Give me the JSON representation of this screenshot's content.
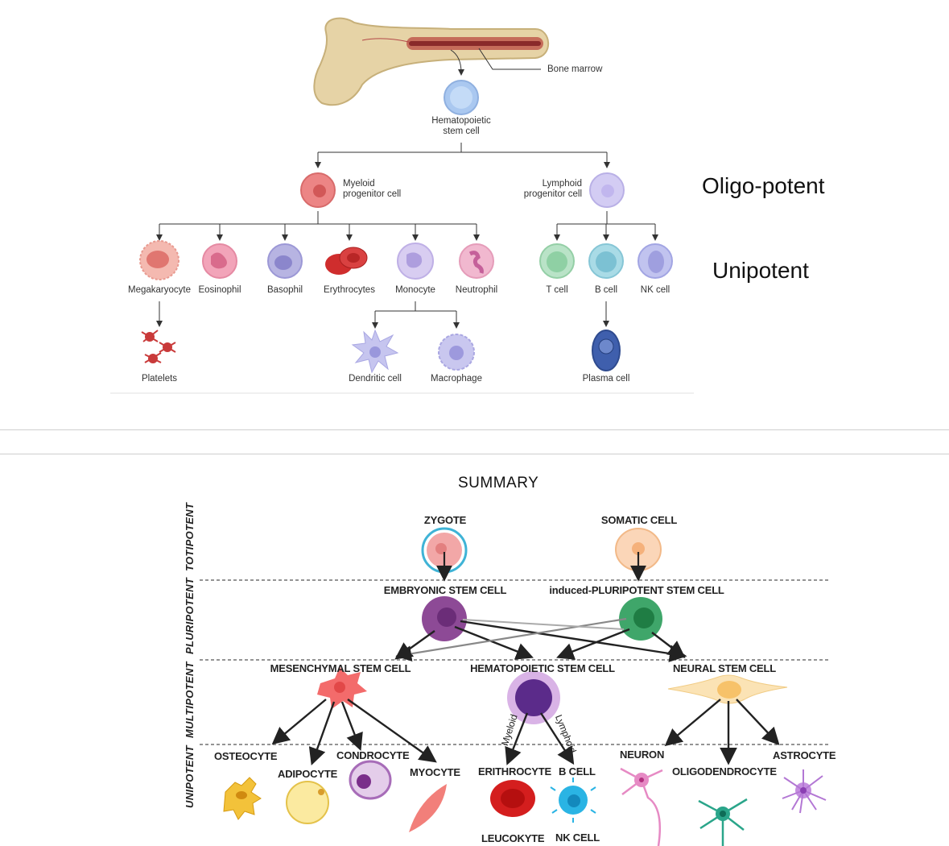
{
  "top_diagram": {
    "bone_marrow_label": "Bone marrow",
    "hsc_label": "Hematopoietic\nstem cell",
    "myeloid_label": "Myeloid\nprogenitor cell",
    "lymphoid_label": "Lymphoid\nprogenitor cell",
    "myeloid_cells": [
      "Megakaryocyte",
      "Eosinophil",
      "Basophil",
      "Erythrocytes",
      "Monocyte",
      "Neutrophil"
    ],
    "lymphoid_cells": [
      "T cell",
      "B cell",
      "NK cell"
    ],
    "platelets_label": "Platelets",
    "dendritic_label": "Dendritic cell",
    "macrophage_label": "Macrophage",
    "plasma_label": "Plasma cell",
    "oligo_label": "Oligo-potent",
    "uni_label": "Unipotent"
  },
  "summary": {
    "title": "SUMMARY",
    "potency_levels": [
      "TOTIPOTENT",
      "PLURIPOTENT",
      "MULTIPOTENT",
      "UNIPOTENT"
    ],
    "zygote": "ZYGOTE",
    "somatic": "SOMATIC CELL",
    "embryonic": "EMBRYONIC STEM CELL",
    "ipsc": "induced-PLURIPOTENT STEM CELL",
    "mesenchymal": "MESENCHYMAL STEM CELL",
    "hematopoietic": "HEMATOPOIETIC STEM CELL",
    "neural": "NEURAL STEM CELL",
    "myeloid_arrow": "Myeloid",
    "lymphoid_arrow": "Lymphoid",
    "osteocyte": "OSTEOCYTE",
    "adipocyte": "ADIPOCYTE",
    "condrocyte": "CONDROCYTE",
    "myocyte": "MYOCYTE",
    "erithrocyte": "ERITHROCYTE",
    "b_cell": "B CELL",
    "leucokyte": "LEUCOKYTE",
    "nk_cell": "NK CELL",
    "neuron": "NEURON",
    "oligodendrocyte": "OLIGODENDROCYTE",
    "astrocyte": "ASTROCYTE"
  }
}
